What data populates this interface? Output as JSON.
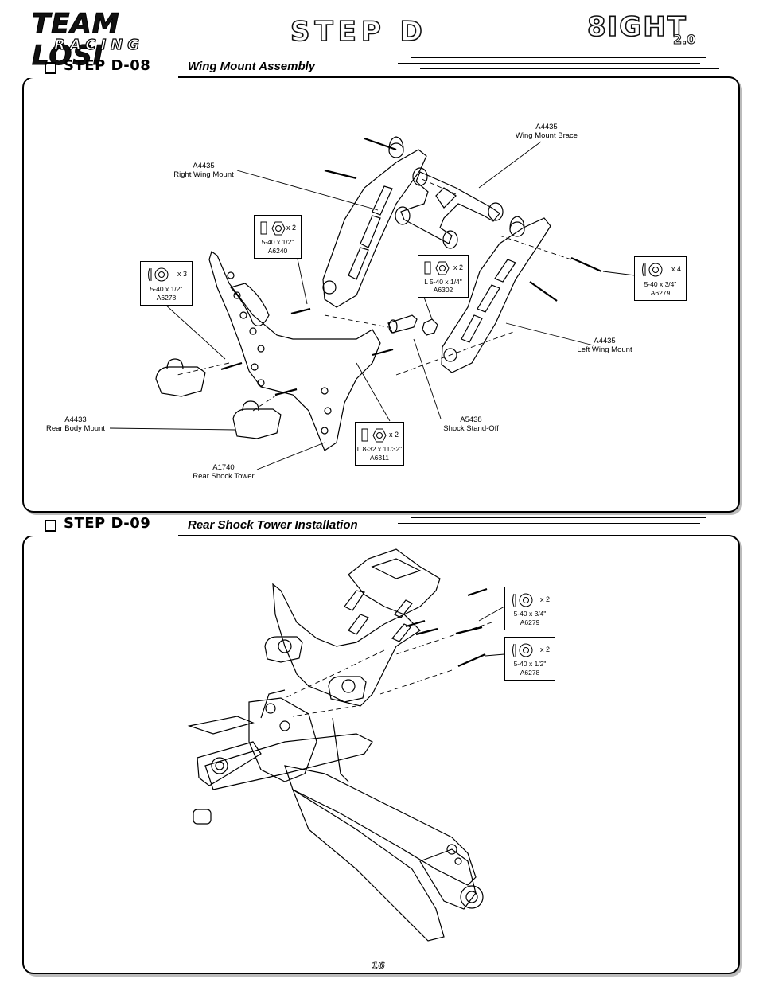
{
  "header": {
    "brand_main": "TEAM LOSI",
    "brand_sub": "RACING",
    "page_title": "STEP D",
    "model_main": "8IGHT",
    "model_version": "2.0"
  },
  "steps": [
    {
      "label": "STEP D-08",
      "subtitle": "Wing Mount Assembly",
      "callouts": [
        {
          "code": "A4435",
          "name": "Wing Mount Brace"
        },
        {
          "code": "A4435",
          "name": "Right Wing Mount"
        },
        {
          "code": "A4435",
          "name": "Left Wing Mount"
        },
        {
          "code": "A4433",
          "name": "Rear Body Mount"
        },
        {
          "code": "A5438",
          "name": "Shock Stand-Off"
        },
        {
          "code": "A1740",
          "name": "Rear Shock Tower"
        }
      ],
      "hardware": [
        {
          "qty": "x 2",
          "size": "5-40 x 1/2\"",
          "part": "A6240",
          "type": "nut"
        },
        {
          "qty": "x 3",
          "size": "5-40 x 1/2\"",
          "part": "A6278",
          "type": "screw"
        },
        {
          "qty": "x 2",
          "size": "L 5-40 x 1/4\"",
          "part": "A6302",
          "type": "locknut"
        },
        {
          "qty": "x 4",
          "size": "5-40 x 3/4\"",
          "part": "A6279",
          "type": "screw"
        },
        {
          "qty": "x 2",
          "size": "L 8-32 x 11/32\"",
          "part": "A6311",
          "type": "locknut"
        }
      ]
    },
    {
      "label": "STEP D-09",
      "subtitle": "Rear Shock Tower Installation",
      "hardware": [
        {
          "qty": "x 2",
          "size": "5-40 x 3/4\"",
          "part": "A6279",
          "type": "screw"
        },
        {
          "qty": "x 2",
          "size": "5-40 x 1/2\"",
          "part": "A6278",
          "type": "screw"
        }
      ]
    }
  ],
  "footer": {
    "page_number": "16"
  }
}
